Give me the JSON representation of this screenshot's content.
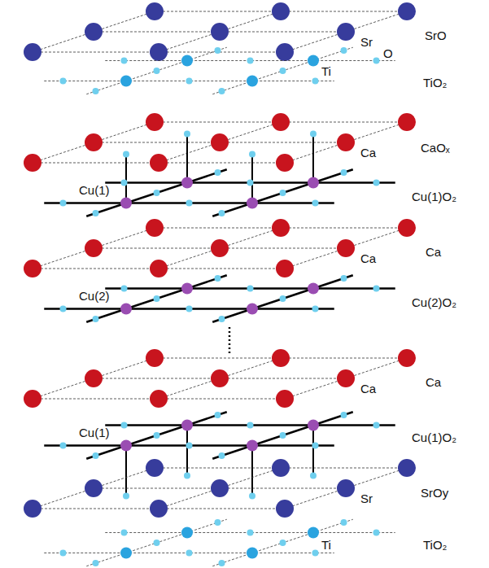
{
  "diagram": {
    "labels": [
      "SrO",
      "TiO₂",
      "CaOₓ",
      "Cu(1)O₂",
      "Ca",
      "Cu(2)O₂",
      "Ca",
      "Cu(1)O₂",
      "SrOy",
      "TiO₂",
      "Sr",
      "Ti",
      "O",
      "Ca",
      "Cu(1)",
      "Ca",
      "Cu(2)",
      "Ca",
      "Cu(1)",
      "Sr",
      "Ti"
    ]
  }
}
